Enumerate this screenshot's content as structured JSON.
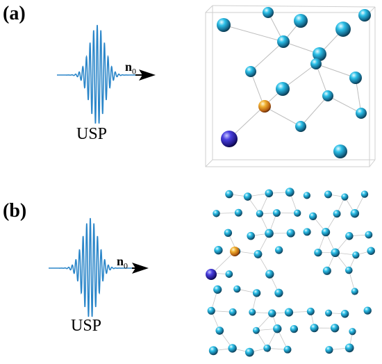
{
  "figure": {
    "panels": [
      {
        "id": "a",
        "label": "(a)",
        "pulse_label": "USP",
        "direction_label": "n",
        "direction_sub": "0"
      },
      {
        "id": "b",
        "label": "(b)",
        "pulse_label": "USP",
        "direction_label": "n",
        "direction_sub": "0"
      }
    ]
  },
  "colors": {
    "pulse": "#2b86c9",
    "atom_cyan": "#1fa8d6",
    "atom_gold": "#e8a020",
    "atom_blue": "#3a35c8",
    "bond": "#b8b8b8",
    "box": "#c8c8c8",
    "arrow": "#000000"
  }
}
